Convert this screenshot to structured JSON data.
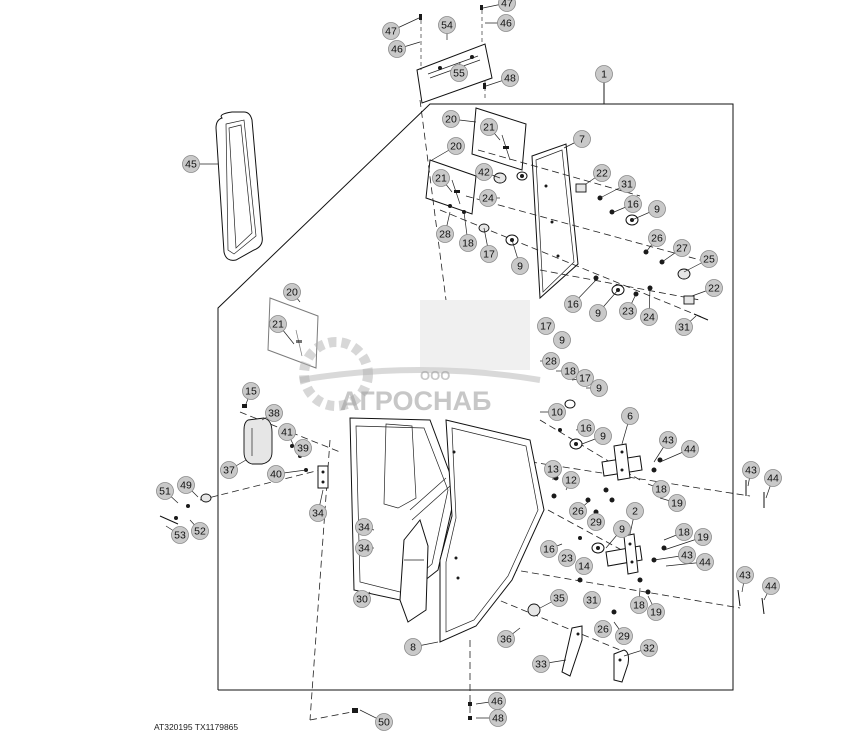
{
  "figure_code": "AT320195  TX1179865",
  "watermark": {
    "prefix": "ООО",
    "name": "АГРОСНАБ"
  },
  "callouts": [
    {
      "label": "1"
    },
    {
      "label": "47"
    },
    {
      "label": "46"
    },
    {
      "label": "54"
    },
    {
      "label": "46"
    },
    {
      "label": "47"
    },
    {
      "label": "55"
    },
    {
      "label": "48"
    },
    {
      "label": "45"
    },
    {
      "label": "20"
    },
    {
      "label": "21"
    },
    {
      "label": "20"
    },
    {
      "label": "21"
    },
    {
      "label": "42"
    },
    {
      "label": "24"
    },
    {
      "label": "7"
    },
    {
      "label": "22"
    },
    {
      "label": "31"
    },
    {
      "label": "16"
    },
    {
      "label": "9"
    },
    {
      "label": "28"
    },
    {
      "label": "18"
    },
    {
      "label": "17"
    },
    {
      "label": "9"
    },
    {
      "label": "26"
    },
    {
      "label": "27"
    },
    {
      "label": "25"
    },
    {
      "label": "22"
    },
    {
      "label": "16"
    },
    {
      "label": "9"
    },
    {
      "label": "23"
    },
    {
      "label": "24"
    },
    {
      "label": "31"
    },
    {
      "label": "20"
    },
    {
      "label": "21"
    },
    {
      "label": "17"
    },
    {
      "label": "9"
    },
    {
      "label": "28"
    },
    {
      "label": "18"
    },
    {
      "label": "17"
    },
    {
      "label": "9"
    },
    {
      "label": "10"
    },
    {
      "label": "15"
    },
    {
      "label": "38"
    },
    {
      "label": "41"
    },
    {
      "label": "39"
    },
    {
      "label": "37"
    },
    {
      "label": "40"
    },
    {
      "label": "16"
    },
    {
      "label": "9"
    },
    {
      "label": "6"
    },
    {
      "label": "43"
    },
    {
      "label": "44"
    },
    {
      "label": "13"
    },
    {
      "label": "12"
    },
    {
      "label": "18"
    },
    {
      "label": "19"
    },
    {
      "label": "43"
    },
    {
      "label": "44"
    },
    {
      "label": "49"
    },
    {
      "label": "51"
    },
    {
      "label": "52"
    },
    {
      "label": "53"
    },
    {
      "label": "34"
    },
    {
      "label": "26"
    },
    {
      "label": "29"
    },
    {
      "label": "2"
    },
    {
      "label": "9"
    },
    {
      "label": "18"
    },
    {
      "label": "19"
    },
    {
      "label": "34"
    },
    {
      "label": "34"
    },
    {
      "label": "16"
    },
    {
      "label": "23"
    },
    {
      "label": "43"
    },
    {
      "label": "44"
    },
    {
      "label": "14"
    },
    {
      "label": "43"
    },
    {
      "label": "44"
    },
    {
      "label": "30"
    },
    {
      "label": "35"
    },
    {
      "label": "31"
    },
    {
      "label": "18"
    },
    {
      "label": "19"
    },
    {
      "label": "26"
    },
    {
      "label": "29"
    },
    {
      "label": "8"
    },
    {
      "label": "36"
    },
    {
      "label": "32"
    },
    {
      "label": "33"
    },
    {
      "label": "46"
    },
    {
      "label": "48"
    },
    {
      "label": "50"
    }
  ]
}
